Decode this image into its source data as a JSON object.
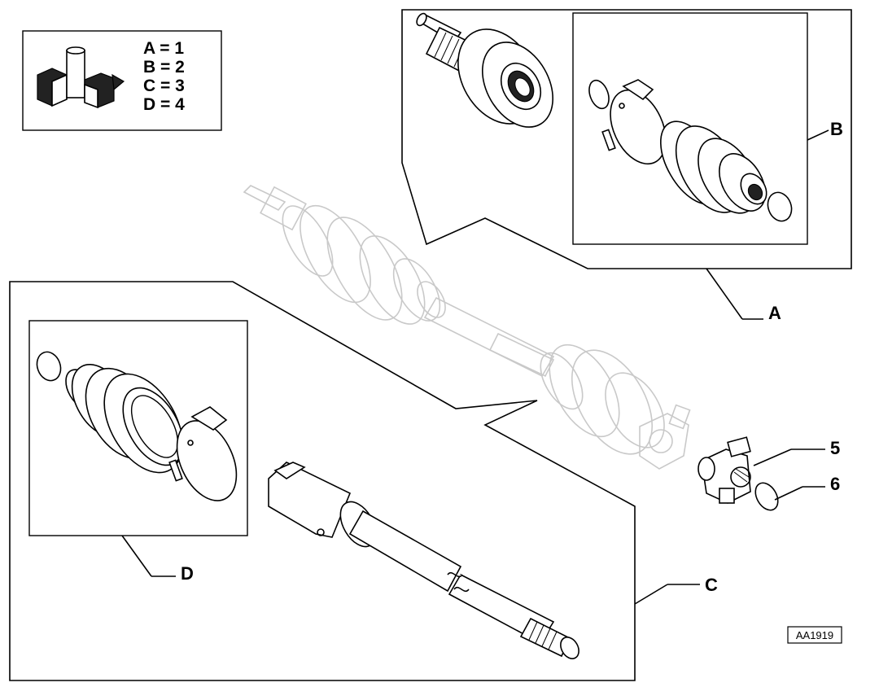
{
  "legend": {
    "entries": [
      "A = 1",
      "B = 2",
      "C = 3",
      "D = 4"
    ],
    "icon_name": "fiat-parts-boxes-icon"
  },
  "callouts": {
    "A": "A",
    "B": "B",
    "C": "C",
    "D": "D",
    "item5": "5",
    "item6": "6"
  },
  "reference_code": "AA1919",
  "colors": {
    "ink": "#000000",
    "ghost": "#c9c9c9"
  }
}
